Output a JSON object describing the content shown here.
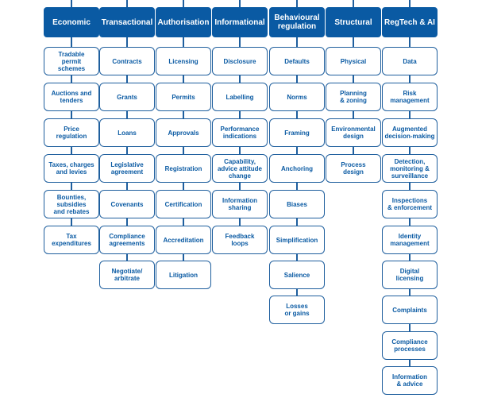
{
  "columns": [
    {
      "header": "Economic",
      "items": [
        "Tradable\npermit\nschemes",
        "Auctions and\ntenders",
        "Price\nregulation",
        "Taxes, charges\nand levies",
        "Bounties,\nsubsidies\nand rebates",
        "Tax\nexpenditures"
      ]
    },
    {
      "header": "Transactional",
      "items": [
        "Contracts",
        "Grants",
        "Loans",
        "Legislative\nagreement",
        "Covenants",
        "Compliance\nagreements",
        "Negotiate/\narbitrate"
      ]
    },
    {
      "header": "Authorisation",
      "items": [
        "Licensing",
        "Permits",
        "Approvals",
        "Registration",
        "Certification",
        "Accreditation",
        "Litigation"
      ]
    },
    {
      "header": "Informational",
      "items": [
        "Disclosure",
        "Labelling",
        "Performance\nindications",
        "Capability,\nadvice attitude\nchange",
        "Information\nsharing",
        "Feedback\nloops"
      ]
    },
    {
      "header": "Behavioural\nregulation",
      "items": [
        "Defaults",
        "Norms",
        "Framing",
        "Anchoring",
        "Biases",
        "Simplification",
        "Salience",
        "Losses\nor gains"
      ]
    },
    {
      "header": "Structural",
      "items": [
        "Physical",
        "Planning\n& zoning",
        "Environmental\ndesign",
        "Process\ndesign"
      ]
    },
    {
      "header": "RegTech & AI",
      "items": [
        "Data",
        "Risk\nmanagement",
        "Augmented\ndecision-making",
        "Detection,\nmonitoring &\nsurveillance",
        "Inspections\n& enforcement",
        "Identity\nmanagement",
        "Digital\nlicensing",
        "Complaints",
        "Compliance\nprocesses",
        "Information\n& advice"
      ]
    }
  ]
}
